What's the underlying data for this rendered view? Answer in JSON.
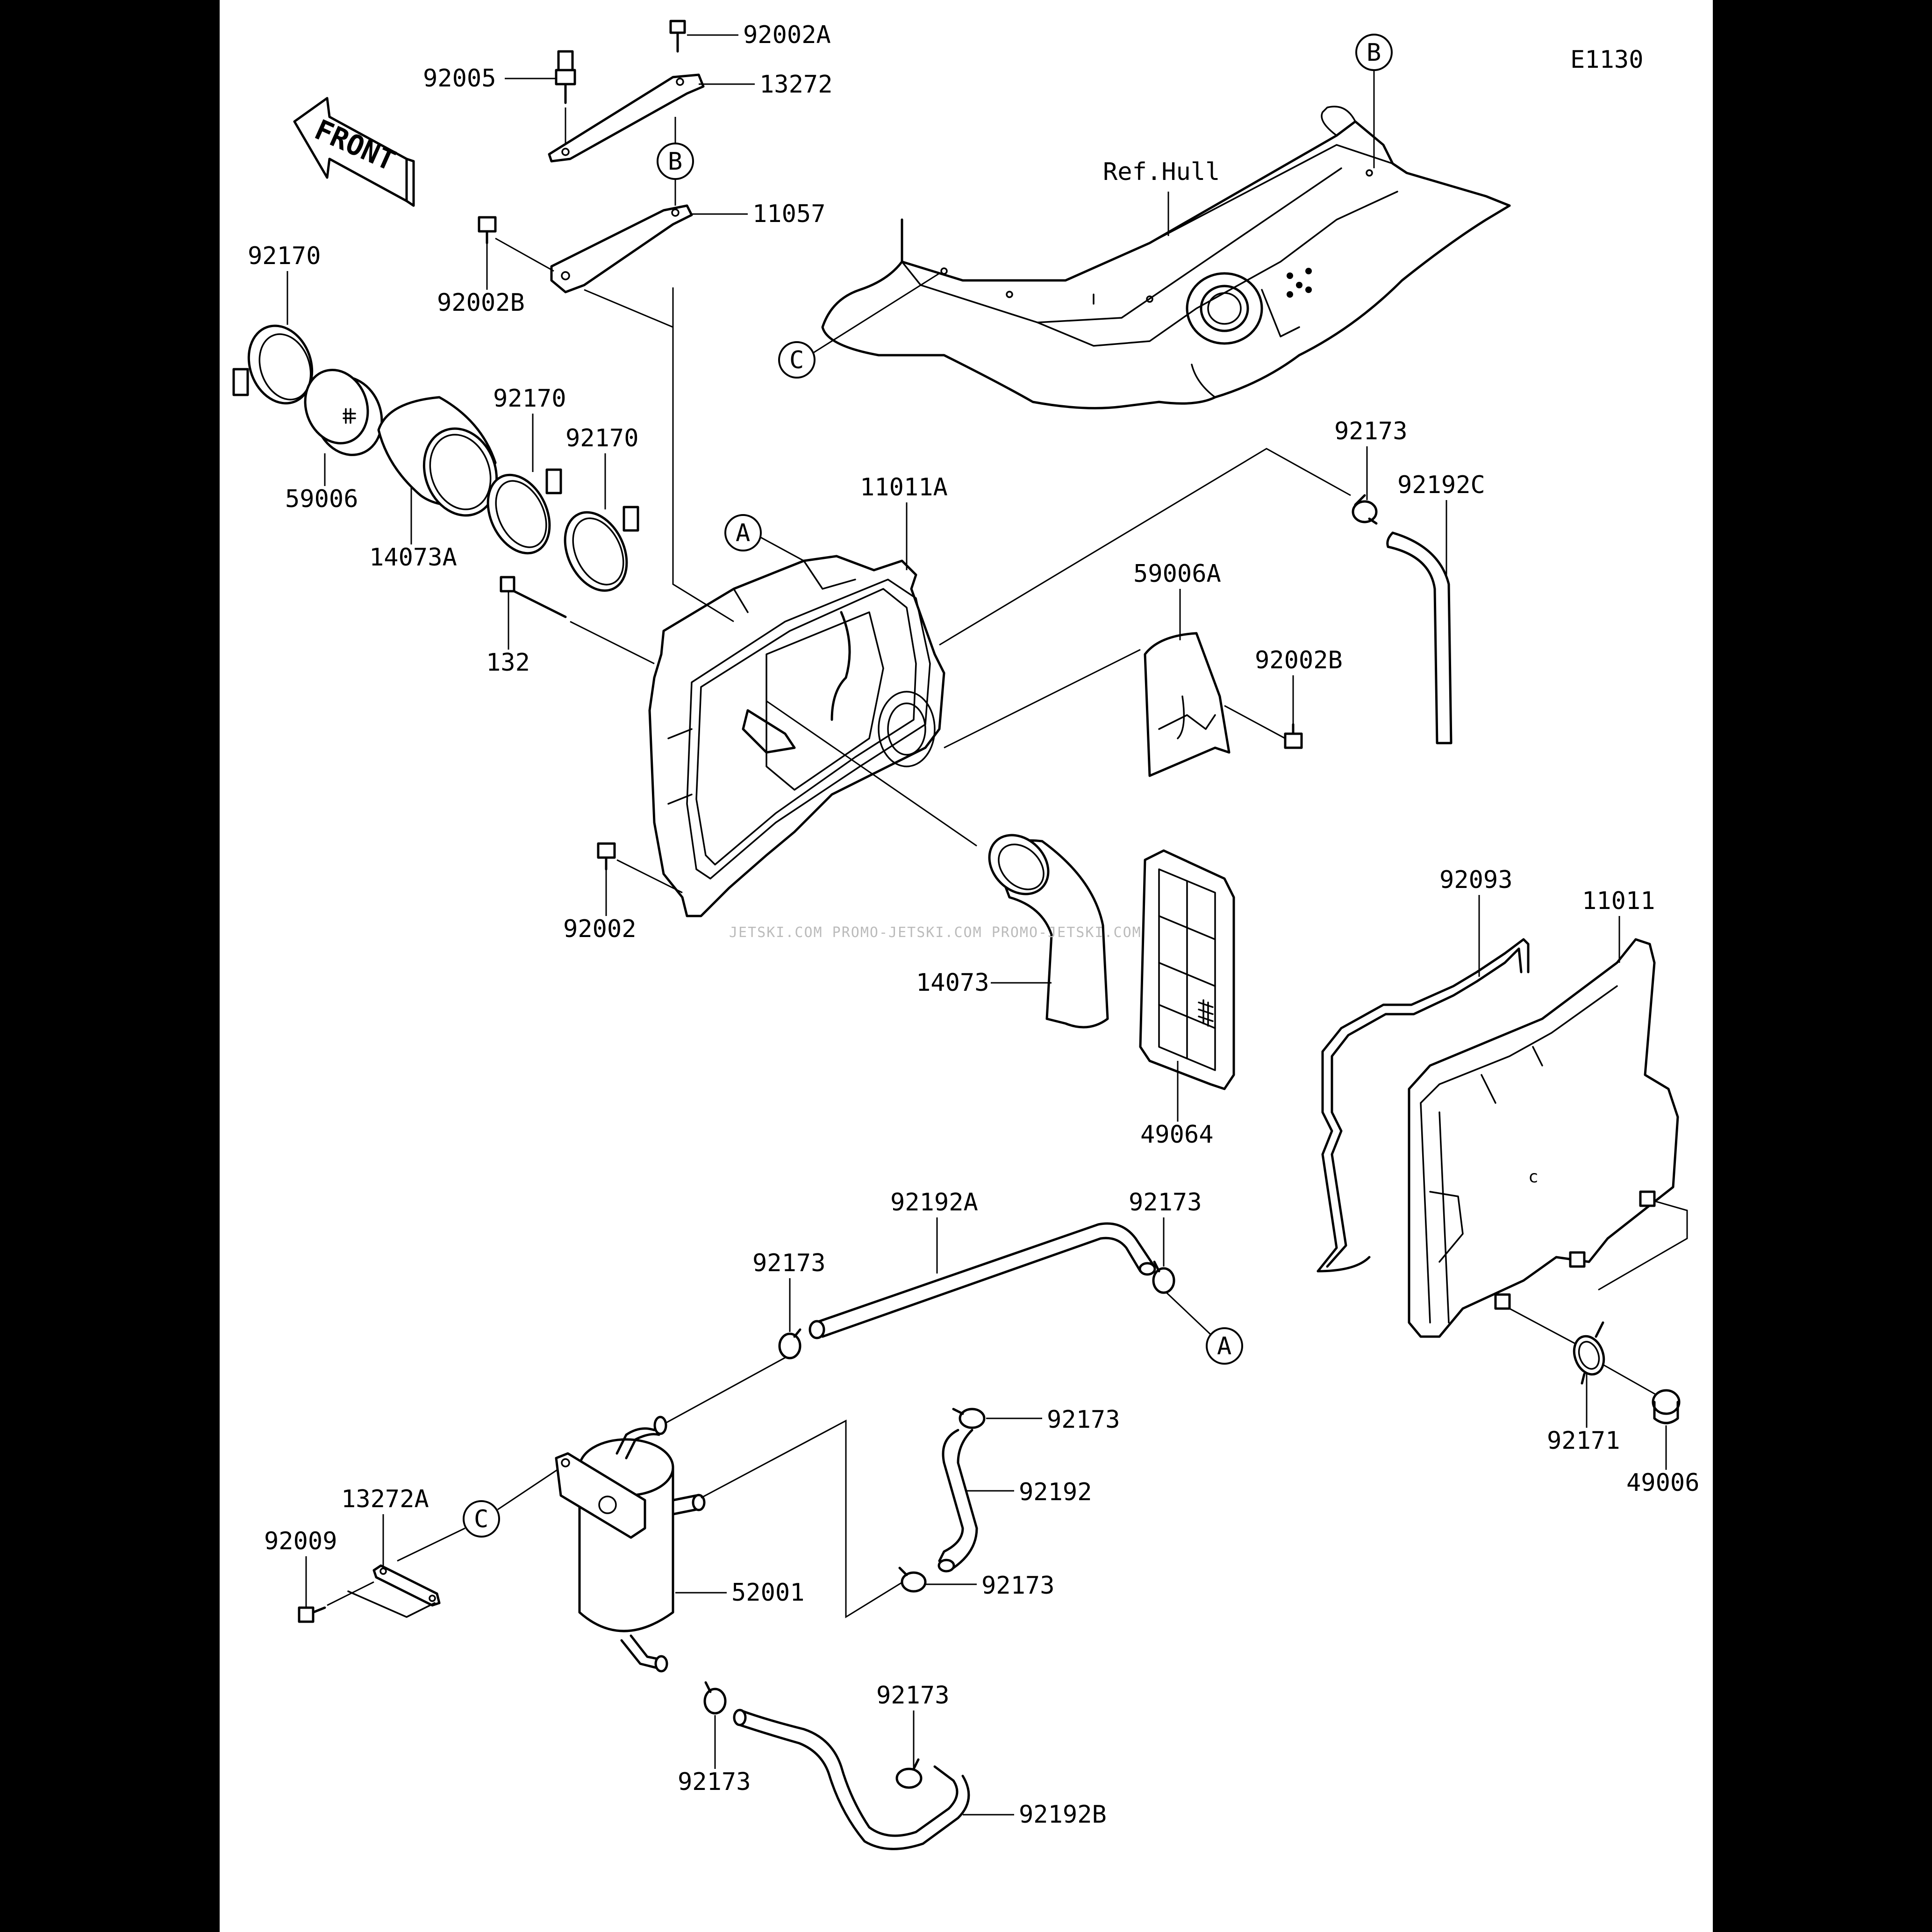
{
  "diagram": {
    "code": "E1130",
    "front_label": "FRONT",
    "hull_label": "Ref.Hull",
    "watermark": "JETSKI.COM  PROMO-JETSKI.COM  PROMO-JETSKI.COM",
    "refs": [
      "A",
      "B",
      "C"
    ],
    "parts": [
      "92002A",
      "92005",
      "13272",
      "11057",
      "92002B",
      "92170",
      "59006",
      "14073A",
      "132",
      "11011A",
      "92173",
      "92192C",
      "59006A",
      "92002",
      "14073",
      "49064",
      "92093",
      "11011",
      "92192A",
      "92192",
      "52001",
      "13272A",
      "92009",
      "92192B",
      "92171",
      "49006"
    ],
    "colors": {
      "background": "#000000",
      "sheet": "#ffffff",
      "ink": "#000000"
    }
  }
}
